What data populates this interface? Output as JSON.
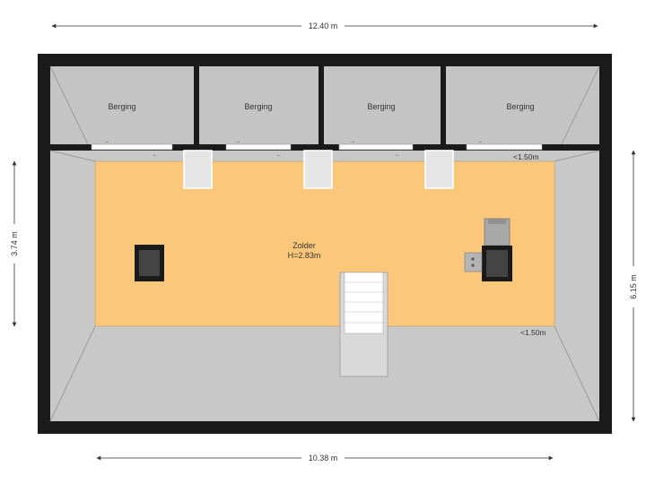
{
  "dimensions": {
    "top_width": "12.40 m",
    "bottom_width": "10.38 m",
    "left_height": "3.74 m",
    "right_height": "6.15 m"
  },
  "rooms": {
    "storage_1": "Berging",
    "storage_2": "Berging",
    "storage_3": "Berging",
    "storage_4": "Berging",
    "attic_name": "Zolder",
    "attic_height": "H=2.83m"
  },
  "notes": {
    "low_height_top": "<1.50m",
    "low_height_bottom": "<1.50m"
  },
  "colors": {
    "wall": "#1a1a1a",
    "floor_low": "#c8c8c8",
    "storage": "#c4c4c4",
    "attic": "#fbc77a"
  }
}
